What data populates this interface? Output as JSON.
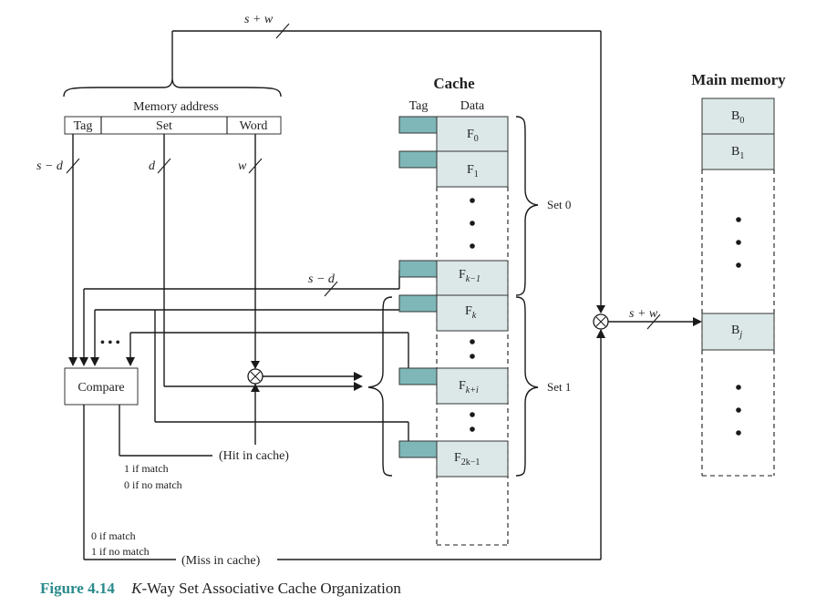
{
  "top_bus_label": "s + w",
  "memory_address": {
    "title": "Memory address",
    "fields": [
      "Tag",
      "Set",
      "Word"
    ],
    "widths": [
      "s − d",
      "d",
      "w"
    ]
  },
  "cache": {
    "title": "Cache",
    "col_tag": "Tag",
    "col_data": "Data",
    "sets": [
      "Set 0",
      "Set 1"
    ],
    "lines": {
      "f0": {
        "base": "F",
        "sub": "0"
      },
      "f1": {
        "base": "F",
        "sub": "1"
      },
      "fk1": {
        "base": "F",
        "sub": "k−1"
      },
      "fk": {
        "base": "F",
        "sub": "k"
      },
      "fki": {
        "base": "F",
        "sub": "k+i"
      },
      "f2k1": {
        "base": "F",
        "sub": "2k−1"
      }
    }
  },
  "main_memory": {
    "title": "Main memory",
    "blocks": {
      "b0": {
        "base": "B",
        "sub": "0"
      },
      "b1": {
        "base": "B",
        "sub": "1"
      },
      "bj": {
        "base": "B",
        "sub": "j"
      }
    }
  },
  "tag_bus_label": "s − d",
  "mem_bus_label": "s + w",
  "compare_label": "Compare",
  "hit_label": "(Hit in cache)",
  "hit_match": [
    "1 if match",
    "0 if no match"
  ],
  "miss_match": [
    "0 if match",
    "1 if no match"
  ],
  "miss_label": "(Miss in cache)",
  "ellipsis": "• • •",
  "caption": {
    "number": "Figure 4.14",
    "title_k": "K",
    "title_rest": "-Way Set Associative Cache Organization"
  }
}
